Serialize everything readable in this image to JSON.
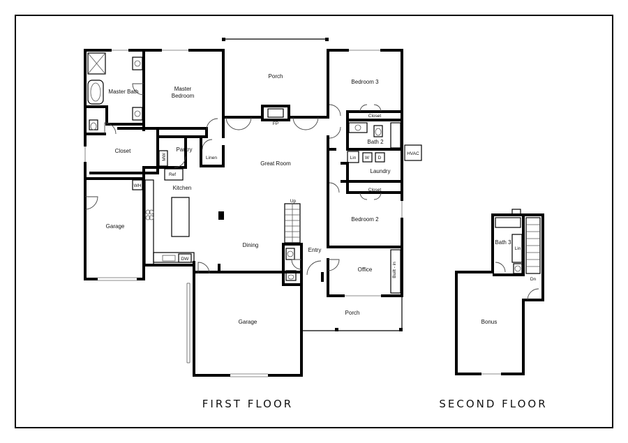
{
  "first_floor": {
    "title": "FIRST FLOOR",
    "rooms": {
      "master_bath": "Master Bath",
      "master_bedroom_1": "Master",
      "master_bedroom_2": "Bedroom",
      "closet_master": "Closet",
      "porch_top": "Porch",
      "bedroom3": "Bedroom 3",
      "closet_b3": "Closet",
      "fp": "FP",
      "bath2": "Bath 2",
      "hvac": "HVAC",
      "pantry": "Pantry",
      "linen": "Linen",
      "mw": "MW",
      "lin": "Lin",
      "washer": "W",
      "dryer": "D",
      "laundry": "Laundry",
      "great_room": "Great Room",
      "ref": "Ref",
      "wh": "WH",
      "kitchen": "Kitchen",
      "closet_b2": "Closet",
      "up": "Up",
      "garage_left": "Garage",
      "bedroom2": "Bedroom 2",
      "dining": "Dining",
      "entry": "Entry",
      "office": "Office",
      "built_in": "Built - in",
      "dw": "DW",
      "porch_front": "Porch",
      "garage_main": "Garage"
    }
  },
  "second_floor": {
    "title": "SECOND FLOOR",
    "rooms": {
      "bath3": "Bath 3",
      "lin": "Lin",
      "dn": "Dn",
      "bonus": "Bonus"
    }
  }
}
